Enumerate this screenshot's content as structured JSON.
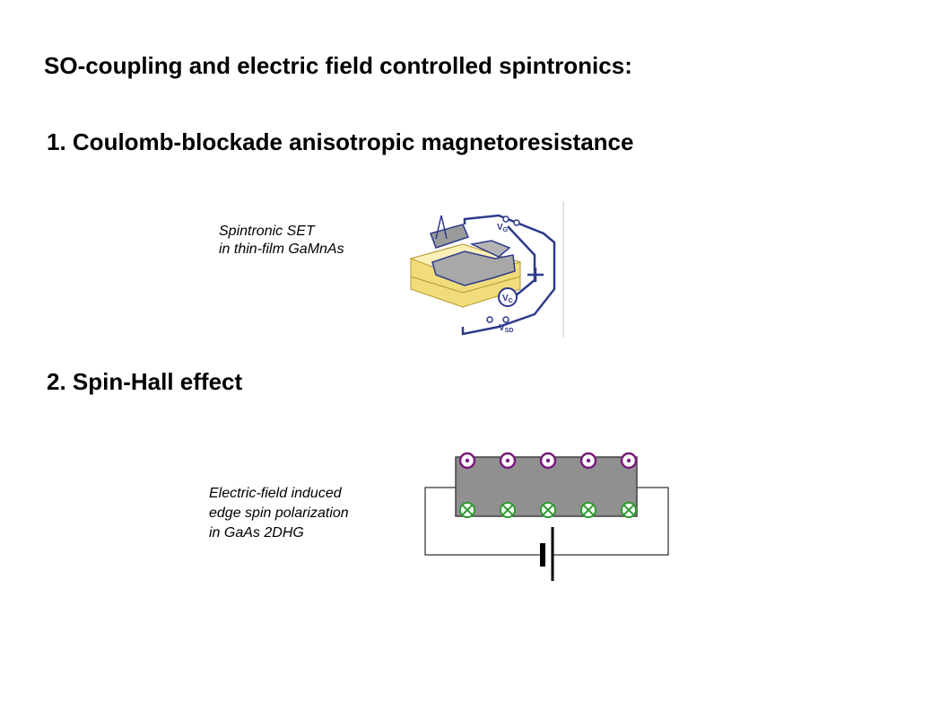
{
  "slide": {
    "title": "SO-coupling and electric field controlled spintronics:",
    "section1": {
      "heading": "1. Coulomb-blockade anisotropic magnetoresistance",
      "caption_line1": "Spintronic SET",
      "caption_line2": "in thin-film GaMnAs",
      "figure_labels": {
        "gate": "V",
        "gate_sub": "G",
        "center": "V",
        "center_sub": "C",
        "source_drain": "V",
        "source_drain_sub": "SD"
      }
    },
    "section2": {
      "heading": "2. Spin-Hall effect",
      "caption_line1": "Electric-field induced",
      "caption_line2": "edge spin polarization",
      "caption_line3": "in GaAs 2DHG",
      "spin_up_count": 5,
      "spin_down_count": 5
    }
  },
  "colors": {
    "spin_up": "#7b1a7b",
    "spin_down": "#2e9a2e",
    "channel": "#8c8c8c",
    "set_frame": "#2e3a8c",
    "substrate": "#f0dc7a"
  }
}
